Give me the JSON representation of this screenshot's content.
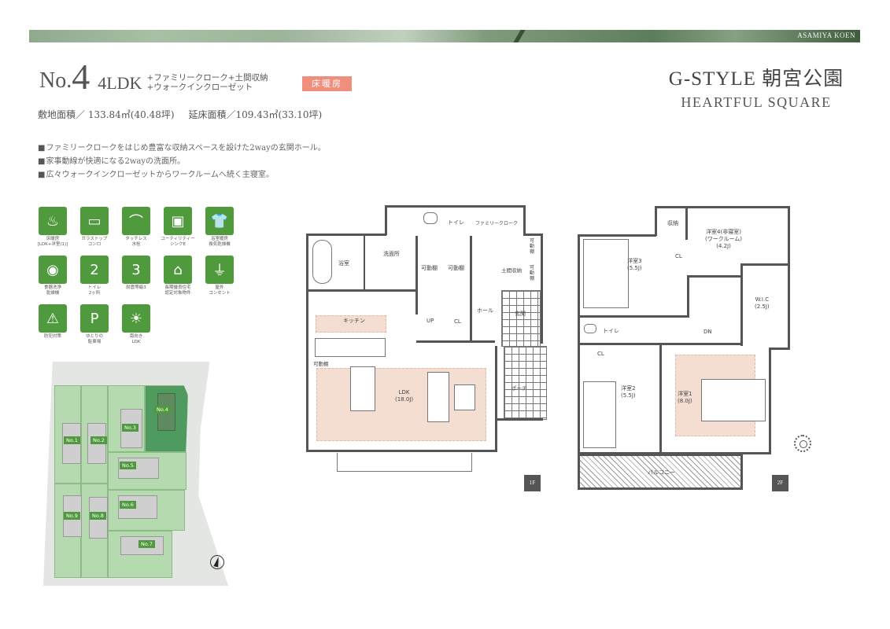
{
  "banner": {
    "text": "ASAMIYA KOEN"
  },
  "header": {
    "plan_no_prefix": "No.",
    "plan_no": "4",
    "layout": "4LDK",
    "extras_line1": "+ファミリークローク+土間収納",
    "extras_line2": "+ウォークインクローゼット",
    "badge": "床暖房",
    "badge_color": "#ef8f7c"
  },
  "areas": {
    "site_area": "敷地面積／ 133.84㎡(40.48坪)",
    "floor_area": "延床面積／109.43㎡(33.10坪)"
  },
  "brand": {
    "title": "G-STYLE 朝宮公園",
    "subtitle": "HEARTFUL SQUARE"
  },
  "features": [
    "ファミリークロークをはじめ豊富な収納スペースを設けた2wayの玄関ホール。",
    "家事動線が快適になる2wayの洗面所。",
    "広々ウォークインクローゼットからワークルームへ続く主寝室。"
  ],
  "equipment_icons": [
    {
      "icon": "floor-heating-icon",
      "glyph": "♨",
      "label": "床暖房\n[LDK+洋室(1)]"
    },
    {
      "icon": "glass-top-stove-icon",
      "glyph": "▭",
      "label": "ガラストップ\nコンロ"
    },
    {
      "icon": "touchless-faucet-icon",
      "glyph": "⌒",
      "label": "タッチレス\n水栓"
    },
    {
      "icon": "utility-sink-icon",
      "glyph": "▣",
      "label": "ユーティリティー\nシンクE"
    },
    {
      "icon": "bathroom-dryer-icon",
      "glyph": "👕",
      "label": "浴室暖房\n換気乾燥機"
    },
    {
      "icon": "dishwasher-icon",
      "glyph": "◉",
      "label": "食器洗浄\n乾燥機"
    },
    {
      "icon": "toilet-icon",
      "glyph": "2",
      "label": "トイレ\n2ヶ所"
    },
    {
      "icon": "earthquake-grade-icon",
      "glyph": "3",
      "label": "耐震等級3"
    },
    {
      "icon": "long-term-housing-icon",
      "glyph": "⌂",
      "label": "長期優良住宅\n認定対象物件"
    },
    {
      "icon": "outdoor-outlet-icon",
      "glyph": "⏚",
      "label": "屋外\nコンセント"
    },
    {
      "icon": "security-icon",
      "glyph": "⚠",
      "label": "防犯対策"
    },
    {
      "icon": "parking-icon",
      "glyph": "P",
      "label": "ゆとりの\n駐車場"
    },
    {
      "icon": "south-facing-icon",
      "glyph": "☀",
      "label": "南向き\nLDK"
    }
  ],
  "site_plan": {
    "lots": [
      "No.1",
      "No.2",
      "No.3",
      "No.4",
      "No.5",
      "No.6",
      "No.7",
      "No.8",
      "No.9"
    ],
    "active_lot": "No.4",
    "active_color": "#4f9a5e",
    "lot_color": "#b6dab0"
  },
  "floor1": {
    "tag": "1F",
    "rooms": {
      "bath": "浴室",
      "washroom": "洗面所",
      "toilet": "トイレ",
      "family_closet": "ファミリークローク",
      "shelf": "可動棚",
      "shelf_v": "可\n動\n棚",
      "earth_storage": "土間収納",
      "hall": "ホール",
      "entrance": "玄関",
      "kitchen": "キッチン",
      "up": "UP",
      "cl": "CL",
      "ldk": "LDK\n(18.0J)",
      "porch": "ポーチ"
    }
  },
  "floor2": {
    "tag": "2F",
    "rooms": {
      "storage": "収納",
      "room4": "洋室4(非寝室)\n(ワークルーム)\n(4.2J)",
      "room3": "洋室3\n(5.5J)",
      "cl": "CL",
      "wic": "W.I.C\n(2.5J)",
      "toilet": "トイレ",
      "dn": "DN",
      "room2": "洋室2\n(5.5J)",
      "room1": "洋室1\n(8.0J)",
      "balcony": "バルコニー"
    }
  }
}
